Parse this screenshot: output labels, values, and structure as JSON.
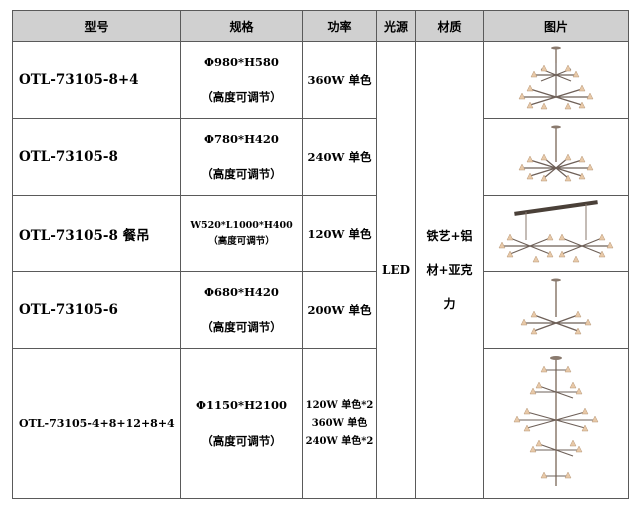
{
  "headers": [
    "型号",
    "规格",
    "功率",
    "光源",
    "材质",
    "图片"
  ],
  "rows": [
    {
      "model": "OTL-73105-8+4",
      "spec": "Φ980*H580",
      "spec_note": "（高度可调节）",
      "power": "360W 单色"
    },
    {
      "model": "OTL-73105-8",
      "spec": "Φ780*H420",
      "spec_note": "（高度可调节）",
      "power": "240W 单色"
    },
    {
      "model": "OTL-73105-8 餐吊",
      "spec": "W520*L1000*H400",
      "spec_note": "（高度可调节）",
      "power": "120W 单色"
    },
    {
      "model": "OTL-73105-6",
      "spec": "Φ680*H420",
      "spec_note": "（高度可调节）",
      "power": "200W 单色"
    },
    {
      "model": "OTL-73105-4+8+12+8+4",
      "spec": "Φ1150*H2100",
      "spec_note": "（高度可调节）",
      "power_lines": [
        "120W 单色*2",
        "360W 单色",
        "240W 单色*2"
      ]
    }
  ],
  "light_source": "LED",
  "material_lines": [
    "铁艺+铝",
    "材+亚克",
    "力"
  ],
  "images": [
    "chandelier-2-tier-image",
    "chandelier-1-tier-image",
    "linear-pendant-image",
    "chandelier-small-image",
    "chandelier-5-tier-image"
  ],
  "colors": {
    "header_bg": "#d0d0d0",
    "border": "#5a5a5a",
    "lamp_metal": "#8a7a6e",
    "lamp_shade": "#e8c9a8"
  }
}
